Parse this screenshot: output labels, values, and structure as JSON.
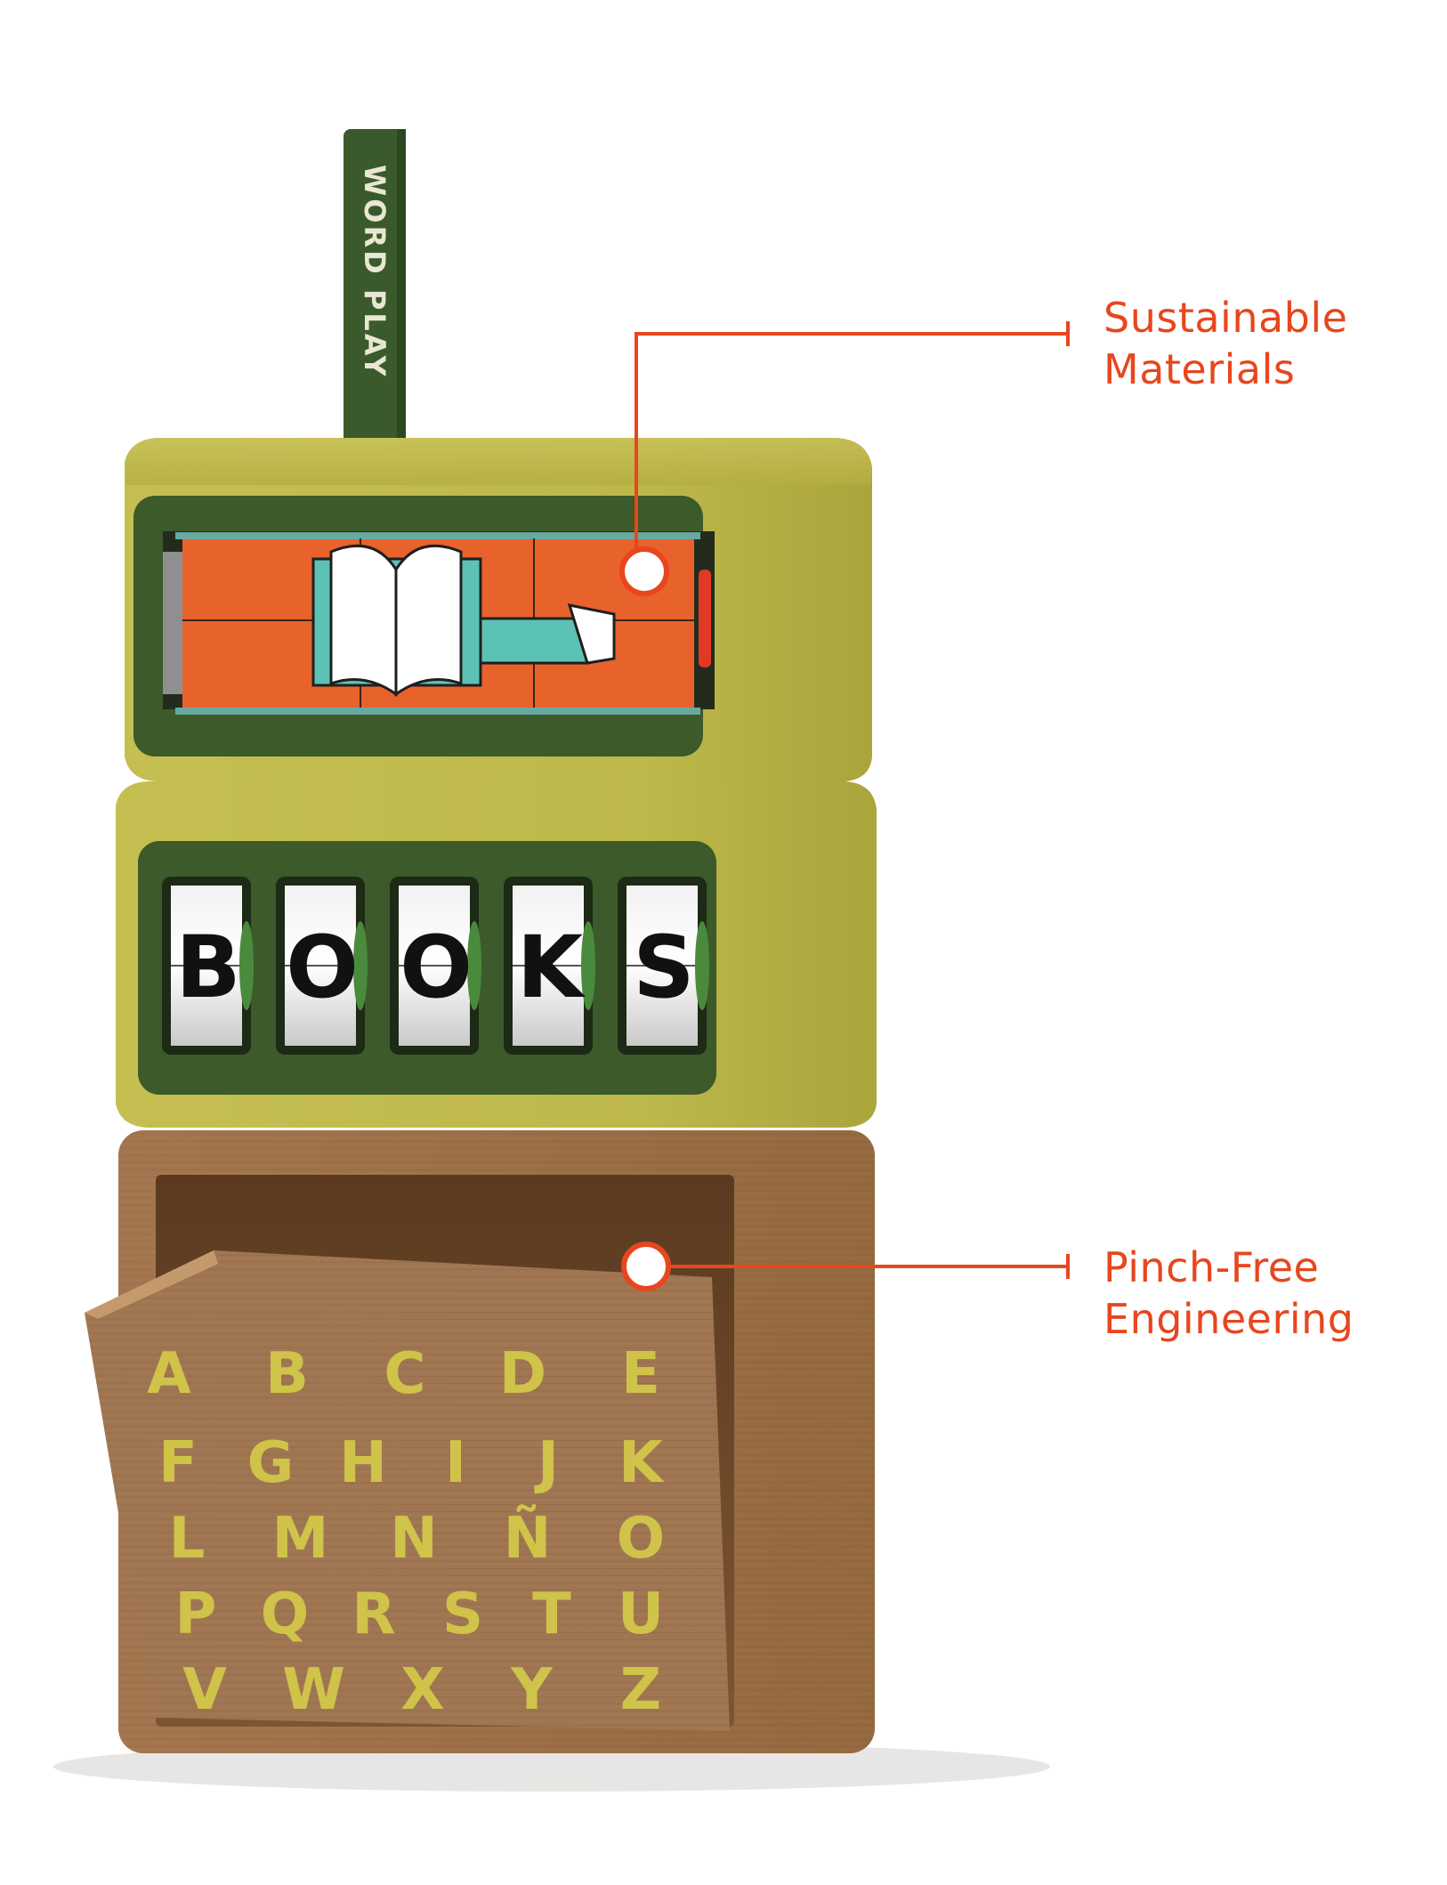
{
  "colors": {
    "accent": "#e8461e",
    "shell_green": "#b9b445",
    "panel_green": "#3c5a2a",
    "wood": "#9a6e45",
    "letter_yellow": "#cfc34a",
    "book_orange": "#e8622b",
    "book_teal": "#5cc2b6"
  },
  "handle": {
    "text": "WORD PLAY"
  },
  "flip_letters": [
    "B",
    "O",
    "O",
    "K",
    "S"
  ],
  "alphabet_rows": [
    [
      "A",
      "B",
      "C",
      "D",
      "E"
    ],
    [
      "F",
      "G",
      "H",
      "I",
      "J",
      "K"
    ],
    [
      "L",
      "M",
      "N",
      "Ñ",
      "O"
    ],
    [
      "P",
      "Q",
      "R",
      "S",
      "T",
      "U"
    ],
    [
      "V",
      "W",
      "X",
      "Y",
      "Z"
    ]
  ],
  "callouts": [
    {
      "line1": "Sustainable",
      "line2": "Materials"
    },
    {
      "line1": "Pinch-Free",
      "line2": "Engineering"
    }
  ]
}
